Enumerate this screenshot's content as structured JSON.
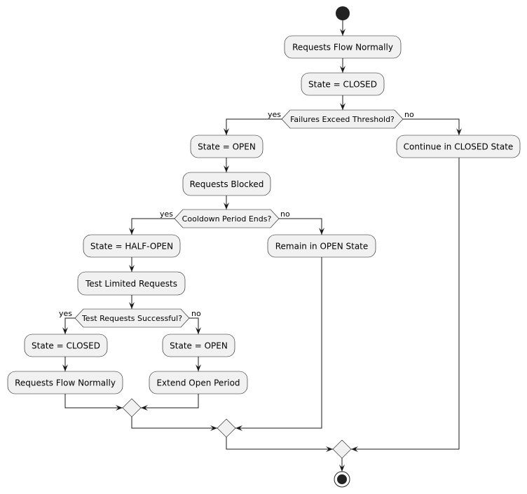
{
  "colors": {
    "node_fill": "#F1F1F1",
    "stroke": "#181818",
    "start_fill": "#222222"
  },
  "nodes": {
    "requests_flow_1": "Requests Flow Normally",
    "state_closed_1": "State = CLOSED",
    "state_open_1": "State = OPEN",
    "continue_closed": "Continue in CLOSED State",
    "requests_blocked": "Requests Blocked",
    "state_half_open": "State = HALF-OPEN",
    "remain_open": "Remain in OPEN State",
    "test_limited": "Test Limited Requests",
    "state_closed_2": "State = CLOSED",
    "state_open_2": "State = OPEN",
    "requests_flow_2": "Requests Flow Normally",
    "extend_open": "Extend Open Period"
  },
  "decisions": {
    "failures": "Failures Exceed Threshold?",
    "cooldown": "Cooldown Period Ends?",
    "test_success": "Test Requests Successful?"
  },
  "branches": {
    "yes": "yes",
    "no": "no"
  }
}
